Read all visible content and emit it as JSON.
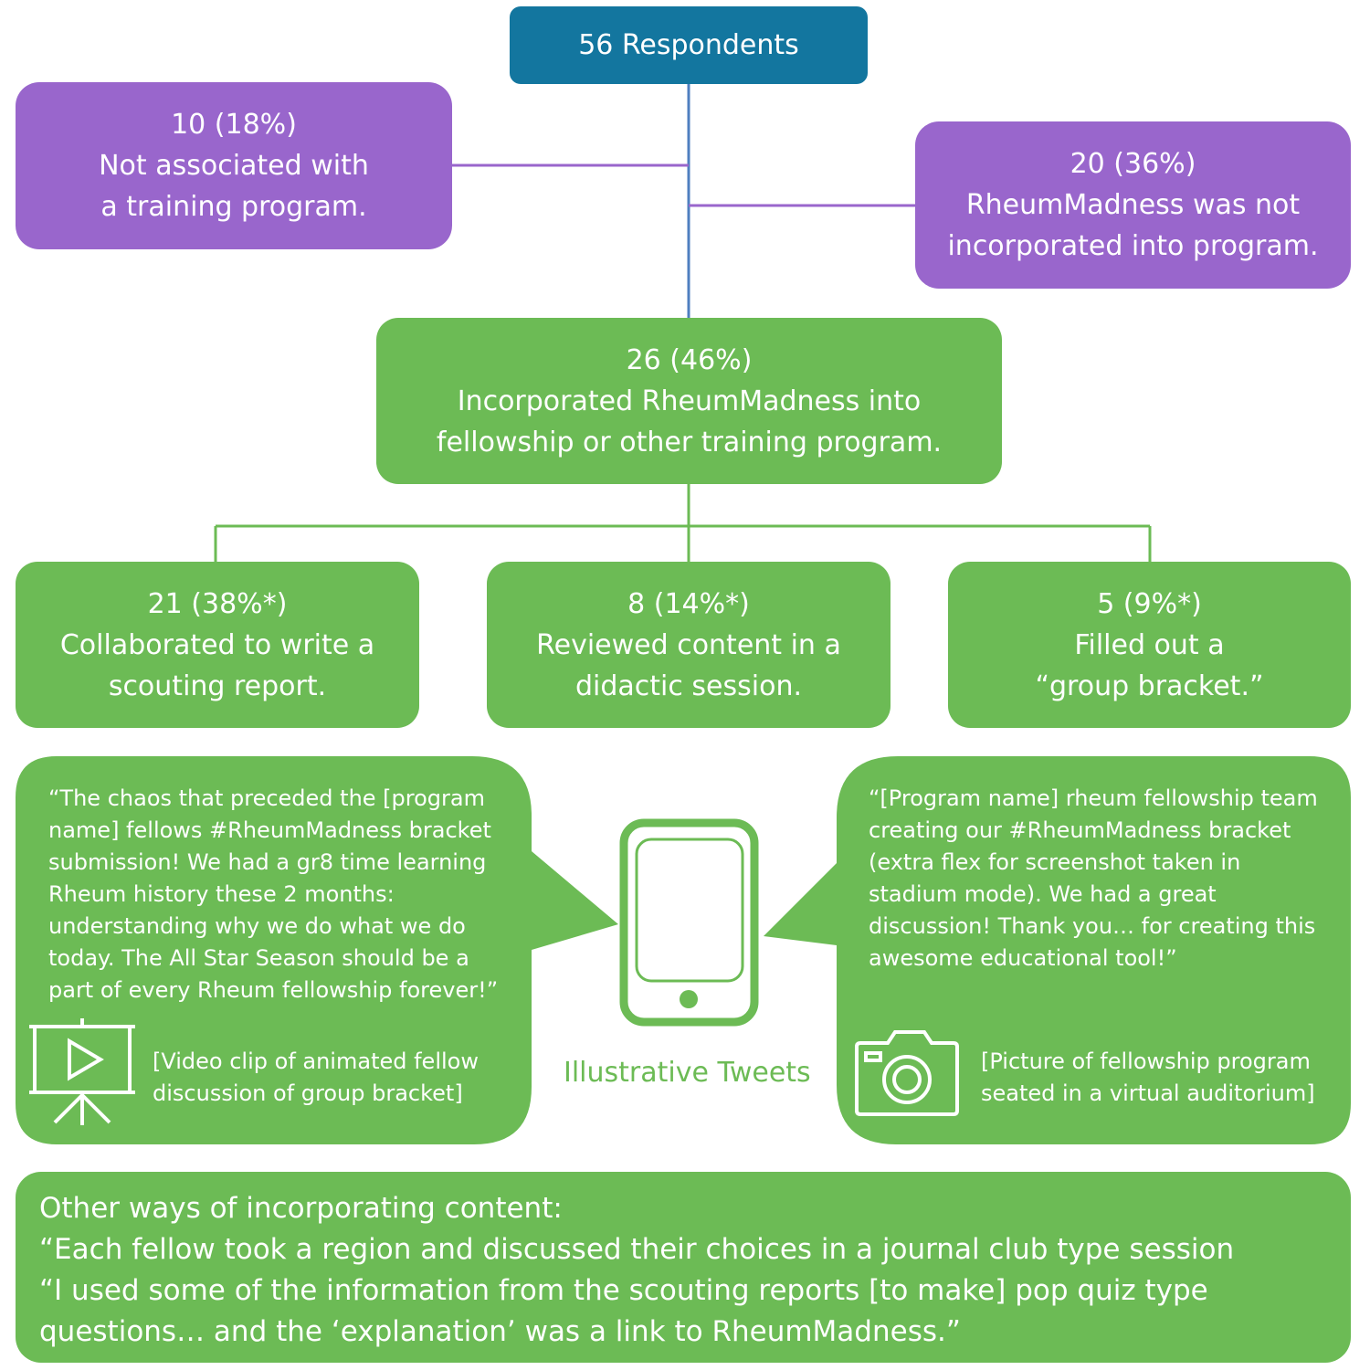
{
  "root": {
    "label": "56 Respondents"
  },
  "not_associated": {
    "lines": [
      "10 (18%)",
      "Not associated with",
      "a training program."
    ]
  },
  "not_incorporated": {
    "lines": [
      "20 (36%)",
      "RheumMadness was not",
      "incorporated into program."
    ]
  },
  "incorporated": {
    "lines": [
      "26 (46%)",
      "Incorporated RheumMadness into",
      "fellowship or other training program."
    ]
  },
  "ways": [
    {
      "lines": [
        "21 (38%*)",
        "Collaborated to write a",
        "scouting report."
      ]
    },
    {
      "lines": [
        "8 (14%*)",
        "Reviewed content in a",
        "didactic session."
      ]
    },
    {
      "lines": [
        "5 (9%*)",
        "Filled out a",
        "“group bracket.”"
      ]
    }
  ],
  "tweets": {
    "label": "Illustrative Tweets",
    "left": {
      "quote_lines": [
        "“The chaos that preceded the [program",
        "name] fellows #RheumMadness bracket",
        "submission! We had a gr8 time learning",
        "Rheum history these 2 months:",
        "understanding why we do what we do",
        "today. The All Star Season should be a",
        "part of every Rheum fellowship forever!”"
      ],
      "caption_lines": [
        "[Video clip of animated fellow",
        "discussion of group bracket]"
      ],
      "icon": "video-presentation-icon"
    },
    "right": {
      "quote_lines": [
        "“[Program name] rheum fellowship team",
        "creating our #RheumMadness bracket",
        "(extra flex for screenshot taken in",
        "stadium mode). We had a great",
        "discussion! Thank you… for creating this",
        "awesome educational tool!”"
      ],
      "caption_lines": [
        "[Picture of fellowship program",
        "seated in a virtual auditorium]"
      ],
      "icon": "camera-icon"
    },
    "center_icon": "smartphone-icon"
  },
  "other_ways": {
    "lines": [
      "Other ways of incorporating content:",
      "“Each fellow took a region and discussed their choices in a journal club type session",
      "“I used some of the information from the scouting reports [to make] pop quiz type",
      "questions… and the ‘explanation’ was a link to RheumMadness.”"
    ]
  },
  "colors": {
    "blue": "#13769f",
    "purple": "#9966cc",
    "green": "#6cbb55",
    "connector_purple": "#9966cc",
    "connector_green": "#6cbb55"
  }
}
